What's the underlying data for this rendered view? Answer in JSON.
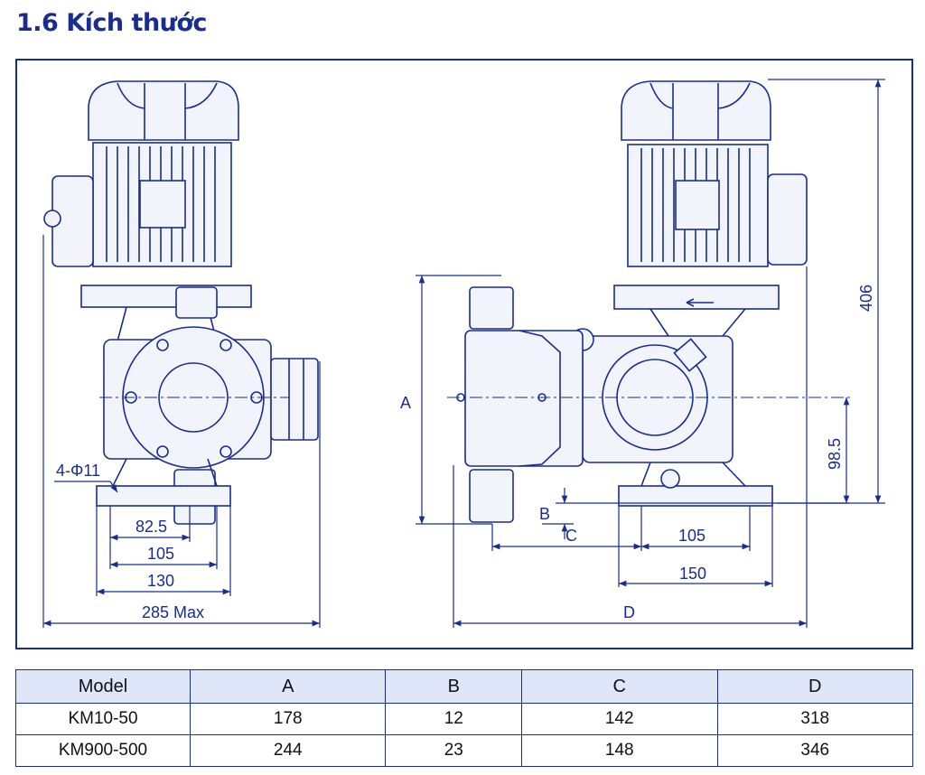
{
  "title": "1.6 Kích thước",
  "diagram": {
    "labels": {
      "hole": "4-Φ11",
      "d82": "82.5",
      "d105_left": "105",
      "d130": "130",
      "d285": "285 Max",
      "A": "A",
      "B": "B",
      "C": "C",
      "d105_right": "105",
      "d150": "150",
      "D": "D",
      "d406": "406",
      "d98": "98.5"
    }
  },
  "table": {
    "headers": [
      "Model",
      "A",
      "B",
      "C",
      "D"
    ],
    "rows": [
      [
        "KM10-50",
        "178",
        "12",
        "142",
        "318"
      ],
      [
        "KM900-500",
        "244",
        "23",
        "148",
        "346"
      ]
    ]
  },
  "colors": {
    "line": "#1b2c8f",
    "header_bg": "#dfe6f8"
  }
}
